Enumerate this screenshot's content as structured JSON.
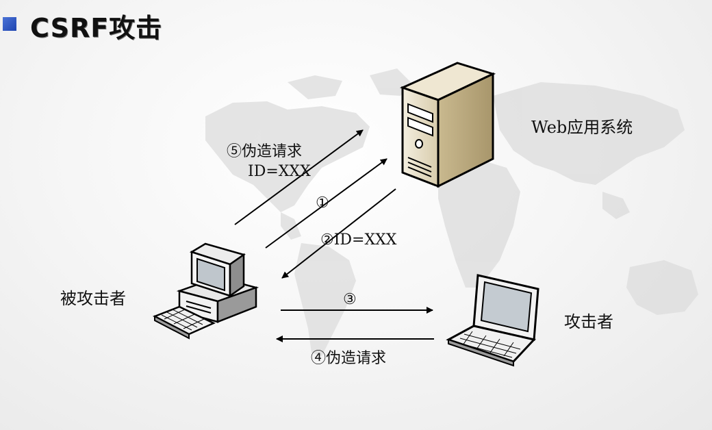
{
  "slide": {
    "title": "CSRF攻击"
  },
  "nodes": {
    "server": "Web应用系统",
    "victim": "被攻击者",
    "attacker": "攻击者"
  },
  "arrows": {
    "a5_line1": "⑤伪造请求",
    "a5_line2": "ID=XXX",
    "a1": "①",
    "a2": "②ID=XXX",
    "a3": "③",
    "a4": "④伪造请求"
  },
  "colors": {
    "bullet": "#2e56c4",
    "arrow": "#000000",
    "map": "#d9d9d9"
  }
}
